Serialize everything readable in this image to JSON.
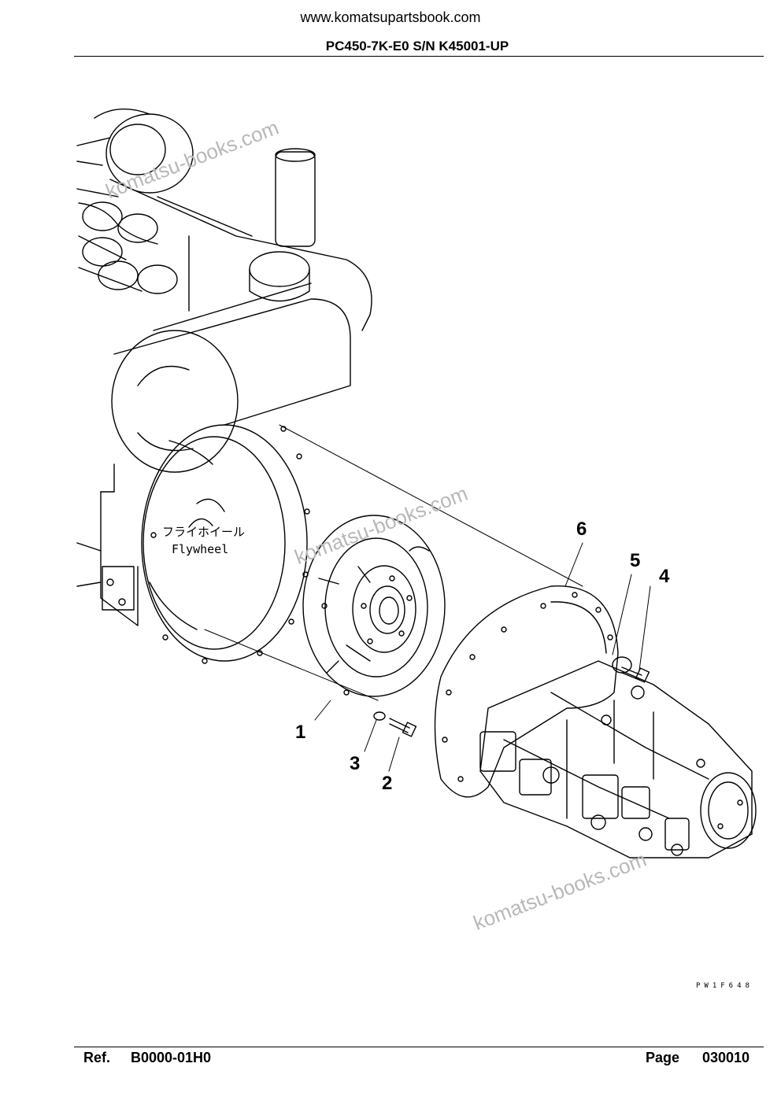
{
  "header": {
    "url": "www.komatsupartsbook.com",
    "model": "PC450-7K-E0 S/N K45001-UP"
  },
  "diagram": {
    "flywheel_jp": "フライホイール",
    "flywheel_en": "Flywheel",
    "callouts": [
      "1",
      "2",
      "3",
      "4",
      "5",
      "6"
    ],
    "drawing_code": "PW1F648"
  },
  "watermarks": [
    "komatsu-books.com",
    "komatsu-books.com",
    "komatsu-books.com"
  ],
  "footer": {
    "ref_label": "Ref.",
    "ref_value": "B0000-01H0",
    "page_label": "Page",
    "page_value": "030010"
  }
}
